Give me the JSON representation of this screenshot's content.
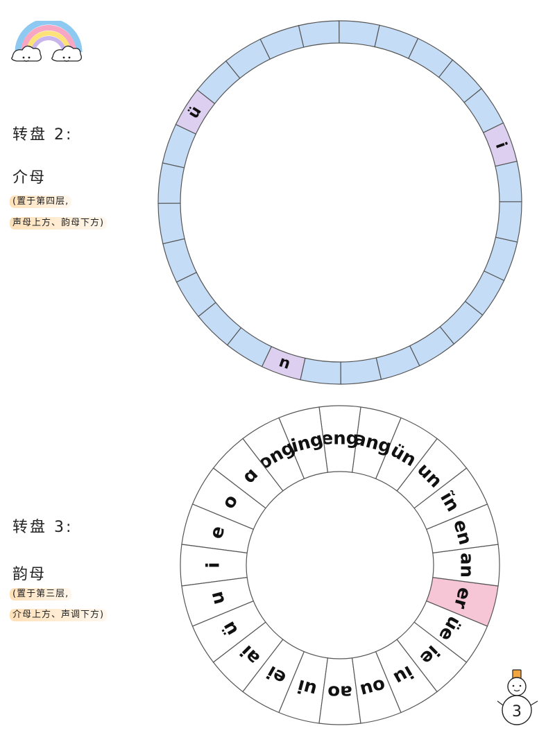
{
  "wheel2": {
    "title": "转盘 2:",
    "subtitle": "介母",
    "note_line1": "(置于第四层,",
    "note_line2": "声母上方、韵母下方)",
    "segment_count": 28,
    "labels": [
      {
        "segment": 0,
        "text": "u"
      },
      {
        "segment": 10,
        "text": "i"
      },
      {
        "segment": 20,
        "text": "ü"
      }
    ],
    "colors": {
      "fill": "#c4dcf6",
      "highlight": "#dccff0",
      "stroke": "#555555"
    }
  },
  "wheel3": {
    "title": "转盘 3:",
    "subtitle": "韵母",
    "note_line1": "(置于第三层,",
    "note_line2": "介母上方、声调下方)",
    "segments": [
      "er",
      "an",
      "en",
      "ĩn",
      "un",
      "ün",
      "ang",
      "eng",
      "ing",
      "ong",
      "ɑ",
      "o",
      "e",
      "i",
      "u",
      "ü",
      "ai",
      "ei",
      "ui",
      "ao",
      "ou",
      "iu",
      "ie",
      "üe"
    ],
    "colors": {
      "fill": "#ffffff",
      "highlight": "#f7c6d6",
      "stroke": "#555555"
    }
  },
  "decor": {
    "top_left_icon": "rainbow-cloud-icon",
    "bottom_right_icon": "snowman-icon",
    "page_number": "3"
  }
}
